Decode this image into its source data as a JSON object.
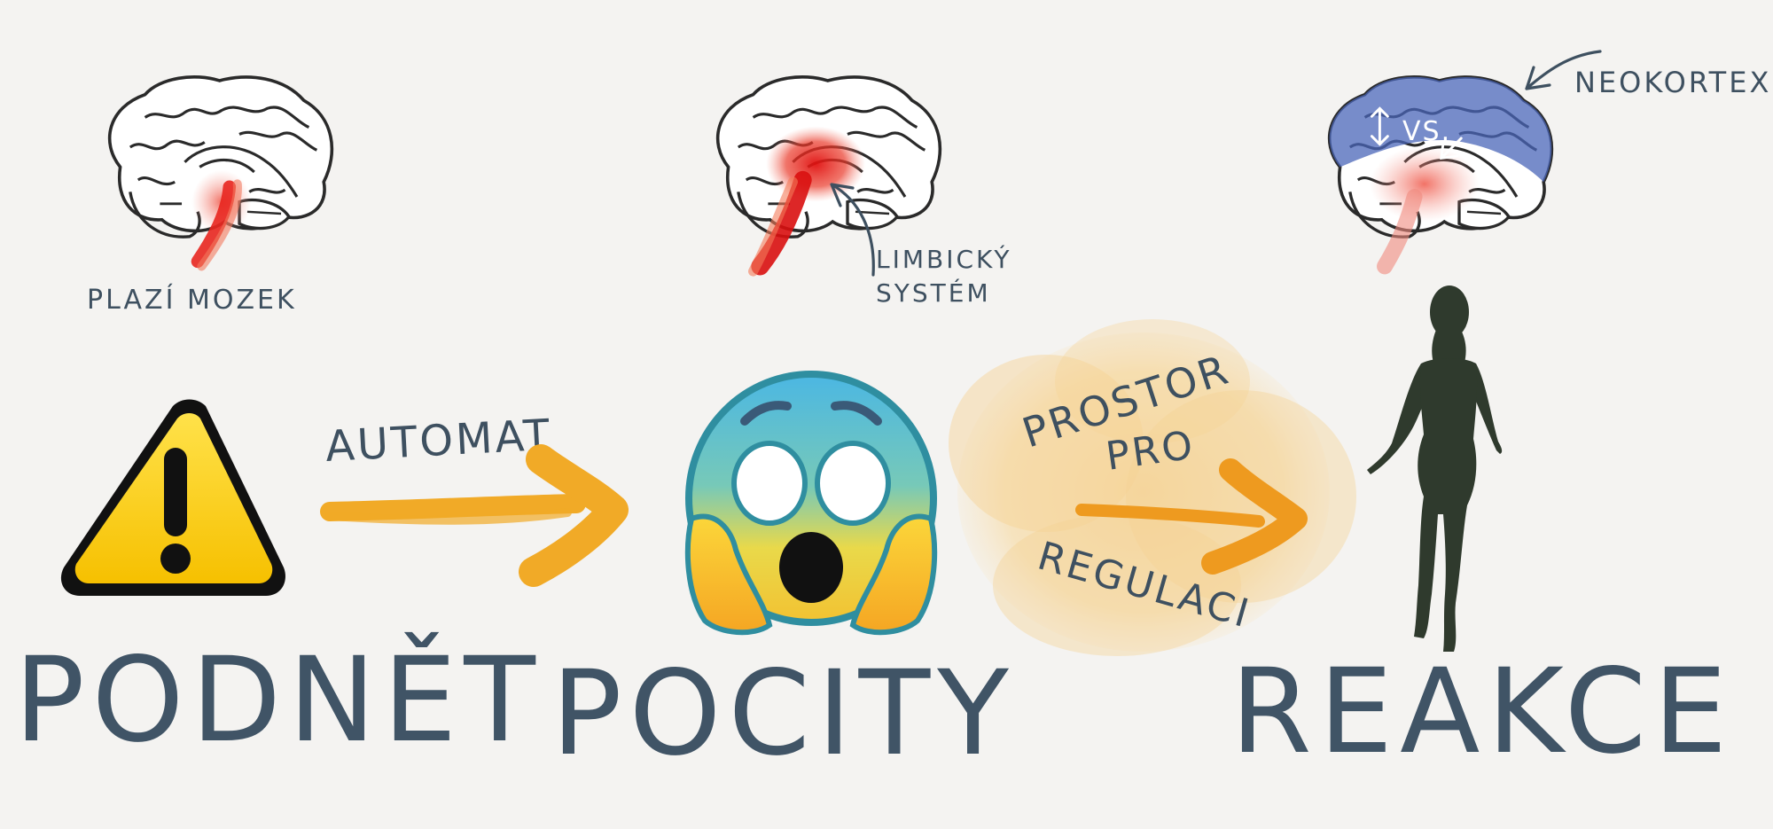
{
  "stages": {
    "stimulus": {
      "label": "PODNĚT",
      "icon": "warning-sign-icon"
    },
    "feelings": {
      "label": "POCITY",
      "icon": "fearful-face-icon"
    },
    "reaction": {
      "label": "REAKCE",
      "icon": "woman-silhouette-icon"
    }
  },
  "brains": {
    "reptilian": {
      "label": "PLAZÍ MOZEK",
      "highlight": "#e8261f"
    },
    "limbic": {
      "label_line1": "LIMBICKÝ",
      "label_line2": "SYSTÉM",
      "highlight": "#d90f0f"
    },
    "neocortex": {
      "label": "NEOKORTEX",
      "inner_text": "VS.",
      "highlight": "#f06a5e",
      "cortex_color": "#4a66b8"
    }
  },
  "arrows": {
    "automat": {
      "label": "AUTOMAT",
      "color": "#f1aa27"
    },
    "regulation": {
      "label_line1": "PROSTOR",
      "label_line2": "PRO",
      "label_line3": "REGULACI",
      "color": "#ee9a1f",
      "cloud_color": "#f6d9a0"
    }
  },
  "colors": {
    "background": "#f4f3f1",
    "ink": "#405466"
  }
}
